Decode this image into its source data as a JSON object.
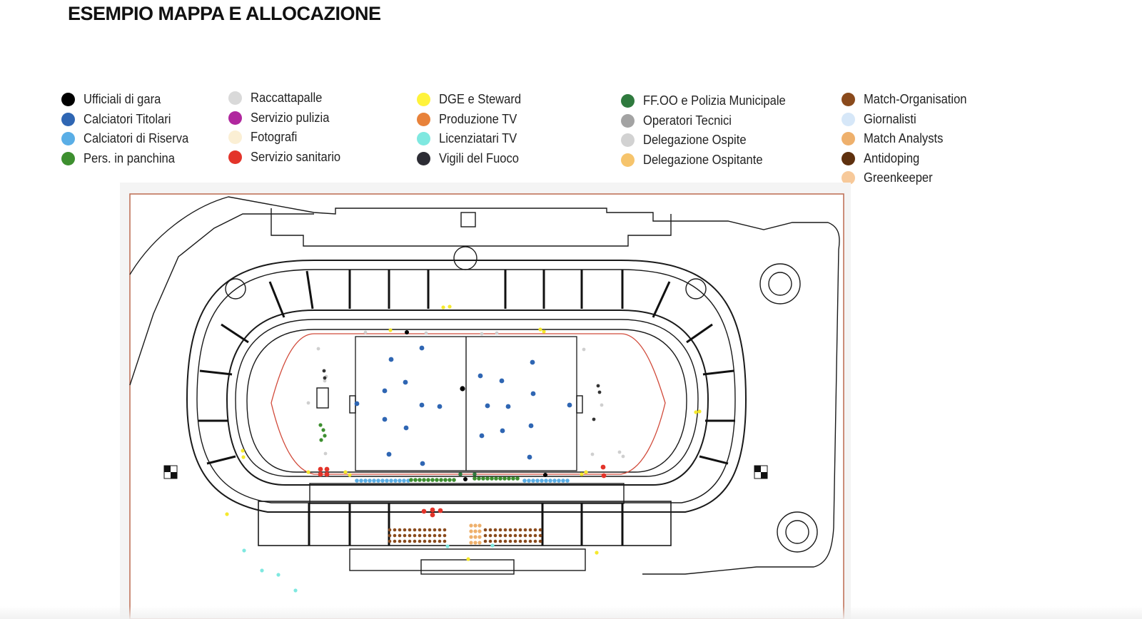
{
  "title": "ESEMPIO MAPPA E ALLOCAZIONE",
  "legend": {
    "columns": [
      [
        {
          "label": "Ufficiali di gara",
          "color": "#000000"
        },
        {
          "label": "Calciatori Titolari",
          "color": "#2f66b3"
        },
        {
          "label": "Calciatori di Riserva",
          "color": "#5aaee6"
        },
        {
          "label": "Pers. in panchina",
          "color": "#3d8f2f"
        }
      ],
      [
        {
          "label": "Raccattapalle",
          "color": "#d9d9d9"
        },
        {
          "label": "Servizio pulizia",
          "color": "#b0279e"
        },
        {
          "label": "Fotografi",
          "color": "#fbefd4"
        },
        {
          "label": "Servizio sanitario",
          "color": "#e3342a"
        }
      ],
      [
        {
          "label": "DGE e Steward",
          "color": "#fff33b"
        },
        {
          "label": "Produzione TV",
          "color": "#e8823a"
        },
        {
          "label": "Licenziatari TV",
          "color": "#7fe8e0"
        },
        {
          "label": "Vigili del Fuoco",
          "color": "#2c2c34"
        }
      ],
      [
        {
          "label": "FF.OO e Polizia Municipale",
          "color": "#2f7a3e"
        },
        {
          "label": "Operatori Tecnici",
          "color": "#a3a3a3"
        },
        {
          "label": "Delegazione Ospite",
          "color": "#d2d2d2"
        },
        {
          "label": "Delegazione Ospitante",
          "color": "#f6c46c"
        }
      ],
      [
        {
          "label": "Match-Organisation",
          "color": "#8a4a1c"
        },
        {
          "label": "Giornalisti",
          "color": "#d6e7f8"
        },
        {
          "label": "Match Analysts",
          "color": "#eeb06c"
        },
        {
          "label": "Antidoping",
          "color": "#5e300e"
        },
        {
          "label": "Greenkeeper",
          "color": "#f7c99a"
        }
      ]
    ]
  },
  "colors": {
    "border": "#c0735a",
    "track": "#d14a3a",
    "line": "#1a1a1a"
  }
}
